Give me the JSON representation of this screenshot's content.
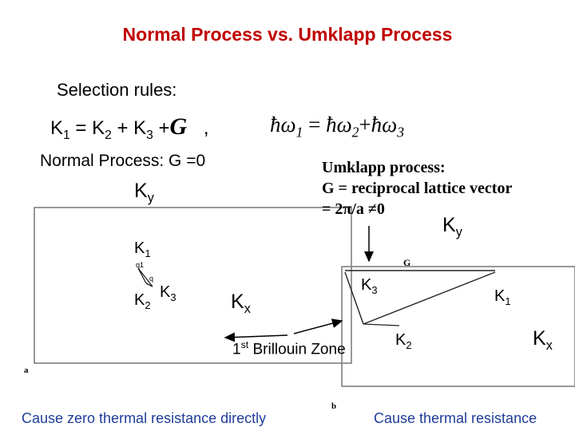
{
  "title": "Normal Process vs. Umklapp Process",
  "selection_rules": "Selection rules:",
  "equation": {
    "k1": "K",
    "k1_sub": "1",
    "eq": "=",
    "k2": "K",
    "k2_sub": "2",
    "plus": "+",
    "k3": "K",
    "k3_sub": "3",
    "plus2": "+",
    "G": "G",
    "comma": ",",
    "hw1": "ħω",
    "hw1_sub": "1",
    "eq2": "=",
    "hw2": "ħω",
    "hw2_sub": "2",
    "plus3": "+",
    "hw3": "ħω",
    "hw3_sub": "3"
  },
  "normal_process": "Normal Process: G =0",
  "umklapp": {
    "line1": "Umklapp process:",
    "line2": "G = reciprocal lattice vector",
    "line3": "= 2π/a ≠0"
  },
  "left_diagram": {
    "ky": "K",
    "ky_sub": "y",
    "k1": "K",
    "k1_sub": "1",
    "k2": "K",
    "k2_sub": "2",
    "k3": "K",
    "k3_sub": "3",
    "kx": "K",
    "kx_sub": "x",
    "small_q1": "q1",
    "small_q2": "q",
    "panel_letter": "a"
  },
  "right_diagram": {
    "ky": "K",
    "ky_sub": "y",
    "G_label": "G",
    "k3": "K",
    "k3_sub": "3",
    "k1": "K",
    "k1_sub": "1",
    "k2": "K",
    "k2_sub": "2",
    "kx": "K",
    "kx_sub": "x",
    "panel_letter": "b"
  },
  "brillouin": {
    "ord": "1",
    "sup": "st",
    "text": " Brillouin Zone"
  },
  "cause_left": "Cause zero thermal resistance directly",
  "cause_right": "Cause thermal resistance",
  "colors": {
    "title": "#c00000",
    "cause_text": "#1f3d99"
  }
}
